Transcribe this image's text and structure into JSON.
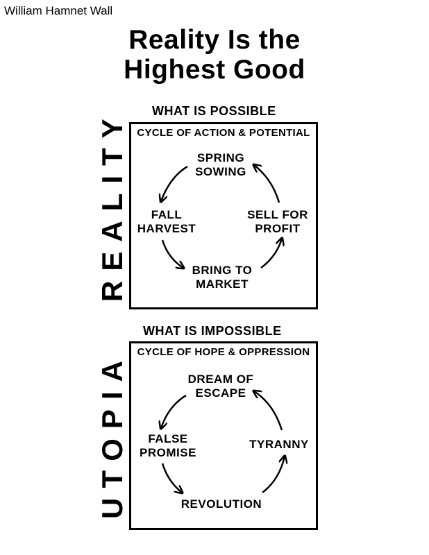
{
  "author": "William Hamnet Wall",
  "title": {
    "line1": "Reality Is the",
    "line2": "Highest Good"
  },
  "reality": {
    "side_label": "REALITY",
    "section_label": "WHAT IS POSSIBLE",
    "box_title": "CYCLE OF ACTION & POTENTIAL",
    "nodes": {
      "top": [
        "SPRING",
        "SOWING"
      ],
      "right": [
        "SELL FOR",
        "PROFIT"
      ],
      "bottom": [
        "BRING TO",
        "MARKET"
      ],
      "left": [
        "FALL",
        "HARVEST"
      ]
    }
  },
  "utopia": {
    "side_label": "UTOPIA",
    "section_label": "WHAT IS IMPOSSIBLE",
    "box_title": "CYCLE OF HOPE & OPPRESSION",
    "nodes": {
      "top": [
        "DREAM OF",
        "ESCAPE"
      ],
      "right": [
        "TYRANNY"
      ],
      "bottom": [
        "REVOLUTION"
      ],
      "left": [
        "FALSE",
        "PROMISE"
      ]
    }
  }
}
